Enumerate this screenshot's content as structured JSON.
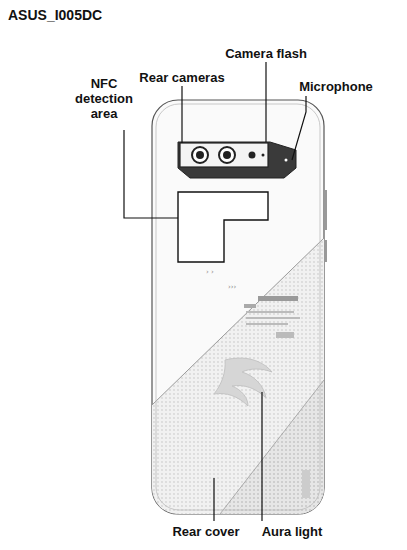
{
  "diagram": {
    "title": "ASUS_I005DC",
    "labels": [
      "Camera flash",
      "Rear cameras",
      "NFC detection area",
      "Microphone",
      "Rear cover",
      "Aura light"
    ]
  }
}
